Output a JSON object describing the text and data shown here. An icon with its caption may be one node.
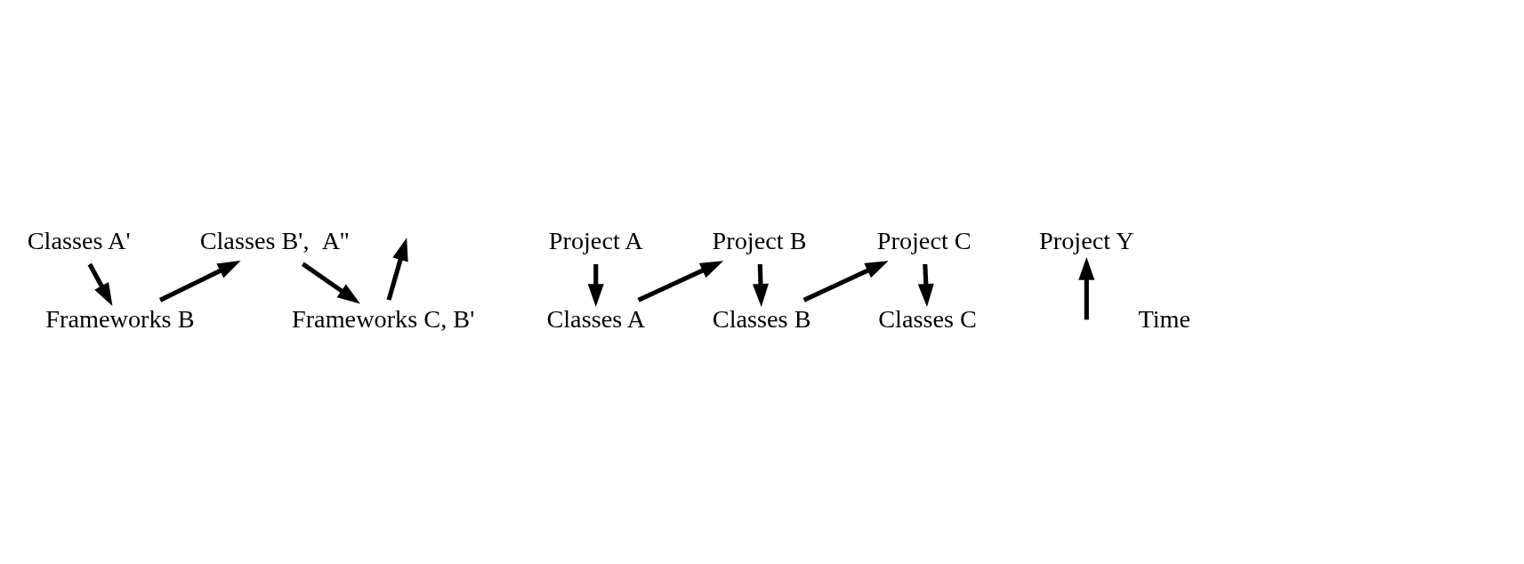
{
  "diagram": {
    "nodes": [
      {
        "text": [
          "Frameworks B"
        ]
      },
      {
        "text": [
          "Frameworks C, B'"
        ]
      },
      {
        "text": [
          "Classes A'"
        ]
      },
      {
        "text": [
          "Classes B',  A''"
        ]
      },
      {
        "text": [
          "Classes A"
        ]
      },
      {
        "text": [
          "Classes B"
        ]
      },
      {
        "text": [
          "Classes C"
        ]
      },
      {
        "text": [
          "Project A"
        ]
      },
      {
        "text": [
          "Project B"
        ]
      },
      {
        "text": [
          "Project C"
        ]
      },
      {
        "text": [
          "Project Y"
        ]
      }
    ],
    "edges": [
      {
        "from": 7,
        "to": 4,
        "arrow": "to"
      },
      {
        "from": 4,
        "to": 8,
        "arrow": "to"
      },
      {
        "from": 8,
        "to": 5,
        "arrow": "to"
      },
      {
        "from": 5,
        "to": 9,
        "arrow": "to"
      },
      {
        "from": 9,
        "to": 6,
        "arrow": "to"
      },
      {
        "from": 2,
        "to": 0,
        "arrow": "to"
      },
      {
        "from": 0,
        "to": 3,
        "arrow": "to"
      },
      {
        "from": 3,
        "to": 1,
        "arrow": "to"
      },
      {
        "from": 1,
        "to": null,
        "arrow": "to"
      },
      {
        "from": null,
        "to": 10,
        "arrow": "to"
      }
    ],
    "labels": [
      "Time"
    ]
  }
}
